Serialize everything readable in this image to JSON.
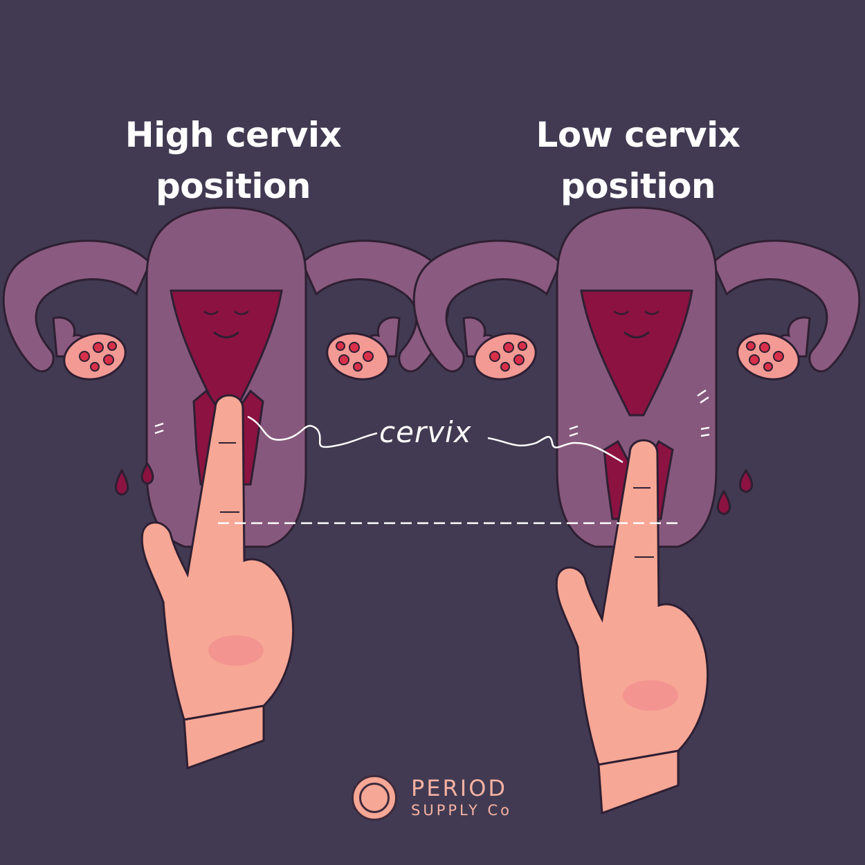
{
  "headings": {
    "high": {
      "line1": "High cervix",
      "line2": "position"
    },
    "low": {
      "line1": "Low cervix",
      "line2": "position"
    }
  },
  "label": {
    "cervix": "cervix"
  },
  "brand": {
    "name": "PERIOD",
    "sub": "SUPPLY Co"
  },
  "colors": {
    "background": "#413a52",
    "tube": "#8a5a80",
    "uterus_outer": "#87587d",
    "uterus_inner": "#8b1241",
    "ovary": "#f49a94",
    "follicle": "#d8304a",
    "skin": "#f7a795",
    "blood": "#8b1241"
  }
}
